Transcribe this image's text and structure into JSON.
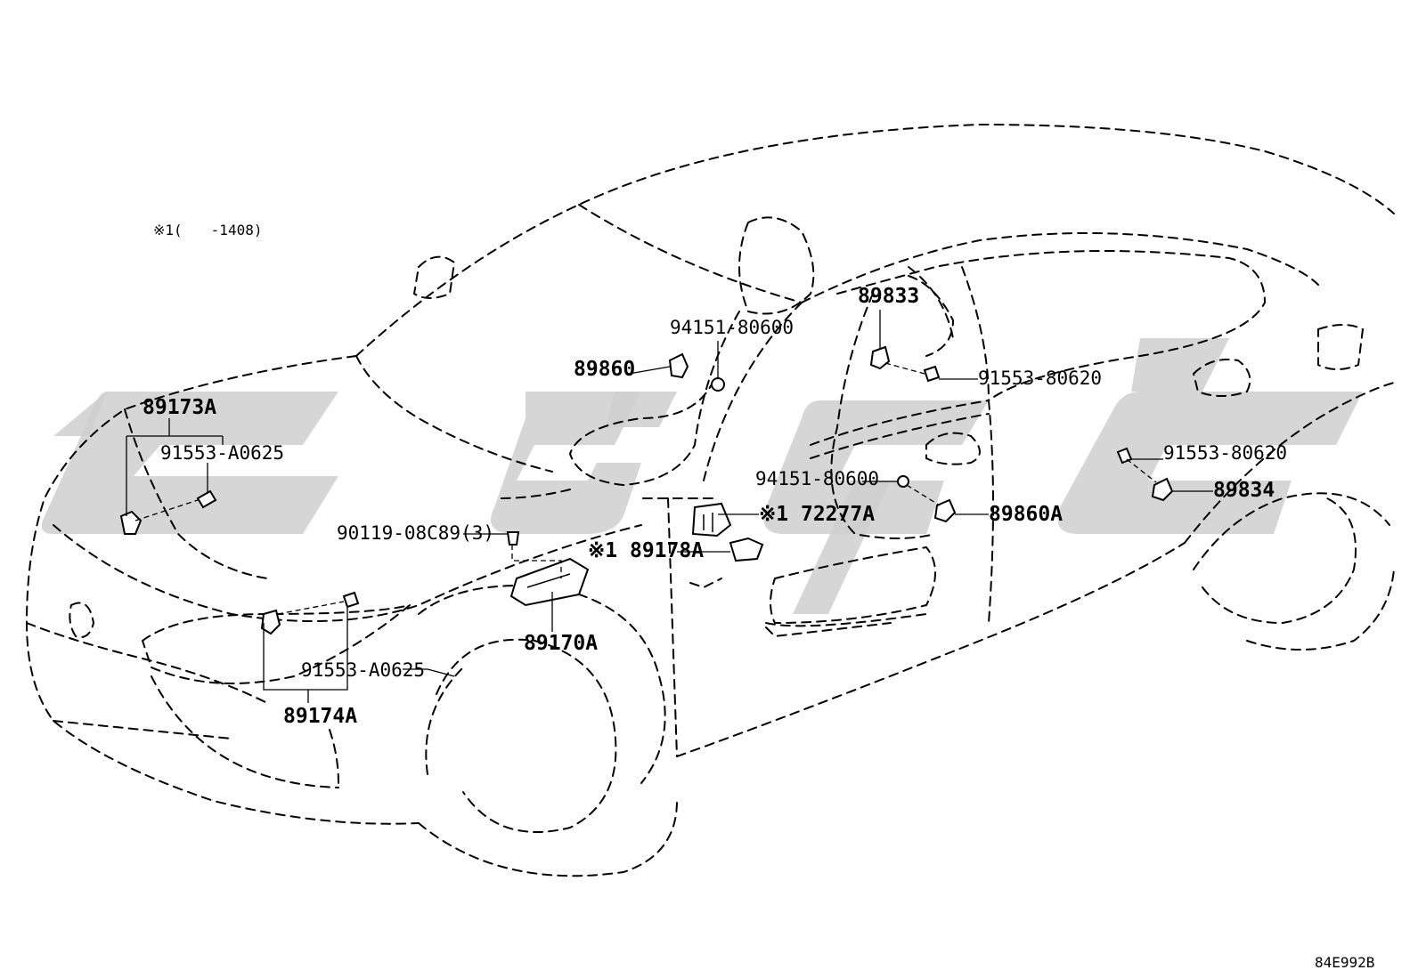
{
  "note": "※1(　　-1408)",
  "diagram_code": "84E992B",
  "labels": {
    "p89173A": "89173A",
    "p91553_A0625_top": "91553-A0625",
    "p89860": "89860",
    "p94151_80600_top": "94151-80600",
    "p89833": "89833",
    "p91553_80620_mid": "91553-80620",
    "p91553_80620_right": "91553-80620",
    "p89834": "89834",
    "p94151_80600_mid": "94151-80600",
    "p72277A": "※1 72277A",
    "p89860A": "89860A",
    "p90119": "90119-08C89(3)",
    "p89178A": "※1 89178A",
    "p89170A": "89170A",
    "p91553_A0625_low": "91553-A0625",
    "p89174A": "89174A"
  },
  "icons": {
    "watermark": "logo-watermark",
    "sensor": "sensor-icon",
    "bolt": "bolt-icon",
    "nut": "nut-icon",
    "ecu": "ecu-module-icon"
  }
}
